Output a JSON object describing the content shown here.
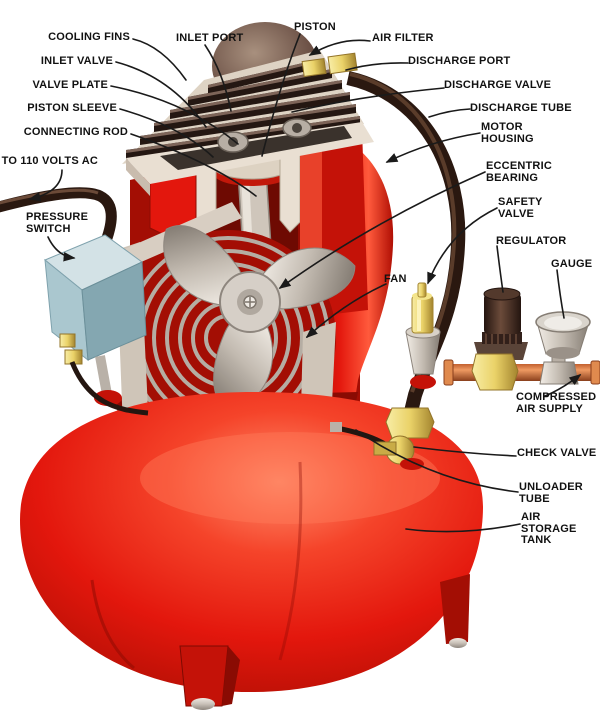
{
  "diagram": {
    "kind": "labeled cutaway illustration",
    "labels": {
      "cooling_fins": "COOLING FINS",
      "inlet_valve": "INLET VALVE",
      "valve_plate": "VALVE PLATE",
      "piston_sleeve": "PISTON SLEEVE",
      "connecting_rod": "CONNECTING ROD",
      "to_110_volts_ac": "TO 110 VOLTS AC",
      "pressure_switch": "PRESSURE\nSWITCH",
      "inlet_port": "INLET PORT",
      "piston": "PISTON",
      "air_filter": "AIR FILTER",
      "discharge_port": "DISCHARGE PORT",
      "discharge_valve": "DISCHARGE VALVE",
      "discharge_tube": "DISCHARGE TUBE",
      "motor_housing": "MOTOR\nHOUSING",
      "eccentric_bearing": "ECCENTRIC\nBEARING",
      "safety_valve": "SAFETY\nVALVE",
      "regulator": "REGULATOR",
      "gauge": "GAUGE",
      "fan": "FAN",
      "compressed_air_supply": "COMPRESSED\nAIR SUPPLY",
      "check_valve": "CHECK VALVE",
      "unloader_tube": "UNLOADER\nTUBE",
      "air_storage_tank": "AIR\nSTORAGE\nTANK"
    },
    "colors": {
      "background": "#ffffff",
      "label_text": "#111111",
      "leader_line": "#1a1a1a",
      "tank_red": "#e3170d",
      "dark_red": "#9c0e04",
      "cream": "#e9dfd2",
      "fin_brown": "#241712",
      "dome_brown": "#6b5045",
      "steel": "#c9c1b8",
      "brass": "#ead268",
      "copper": "#c2602f",
      "tube_brown": "#2a1810",
      "switch_blue": "#a9c6ce"
    }
  }
}
